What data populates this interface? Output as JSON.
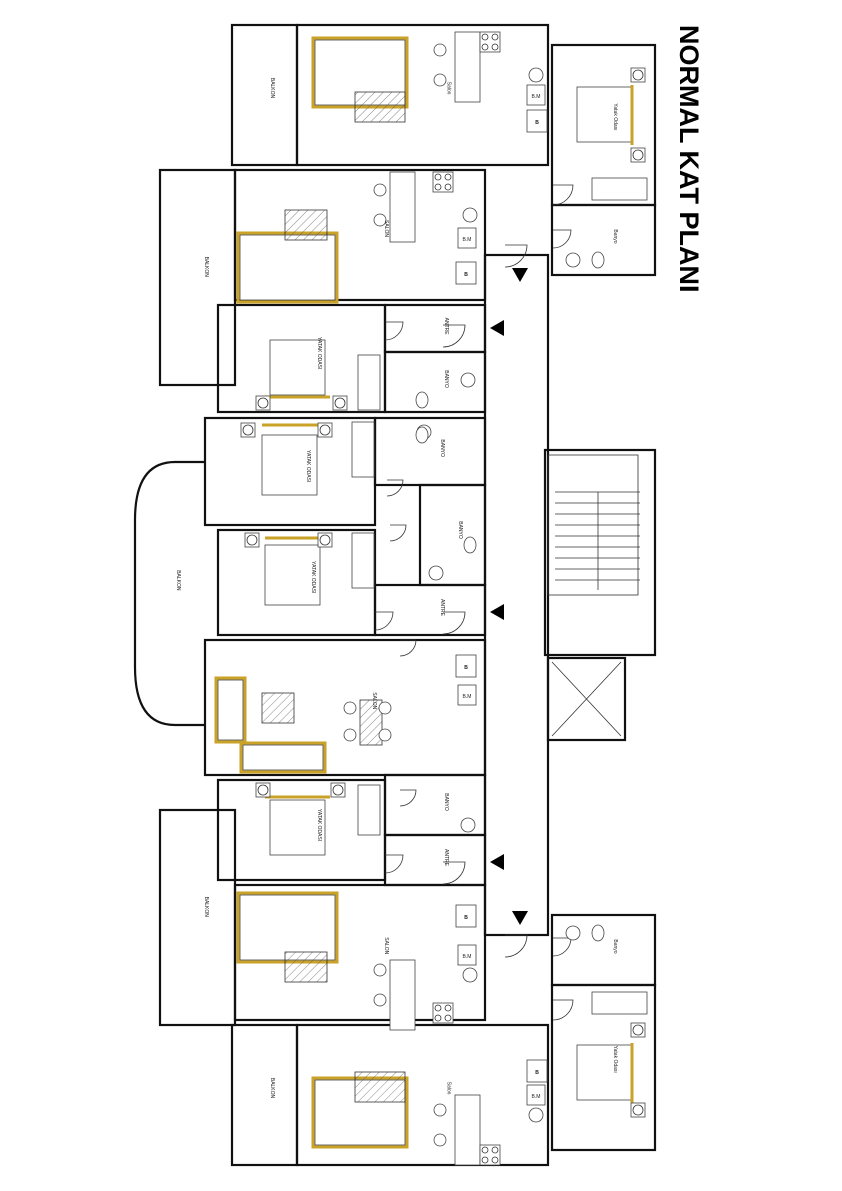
{
  "title": "NORMAL KAT PLANI",
  "colors": {
    "walls": "#111111",
    "furniture_accent": "#c9a227",
    "background": "#ffffff"
  },
  "rooms": [
    {
      "id": "balkon-1",
      "label": "BALKON"
    },
    {
      "id": "salon-1",
      "label": "Salon"
    },
    {
      "id": "yatak-1",
      "label": "Yatak Odası"
    },
    {
      "id": "banyo-1",
      "label": "Banyo"
    },
    {
      "id": "balkon-2",
      "label": "BALKON"
    },
    {
      "id": "salon-2",
      "label": "SALON"
    },
    {
      "id": "antre-2",
      "label": "ANTRE"
    },
    {
      "id": "yatak-2",
      "label": "YATAK ODASI"
    },
    {
      "id": "banyo-2",
      "label": "BANYO"
    },
    {
      "id": "yatak-3",
      "label": "YATAK ODASI"
    },
    {
      "id": "banyo-3",
      "label": "BANYO"
    },
    {
      "id": "yatak-4",
      "label": "YATAK ODASI"
    },
    {
      "id": "banyo-4",
      "label": "BANYO"
    },
    {
      "id": "antre-3",
      "label": "ANTRE"
    },
    {
      "id": "balkon-3",
      "label": "BALKON"
    },
    {
      "id": "salon-3",
      "label": "SALON"
    },
    {
      "id": "yatak-5",
      "label": "YATAK ODASI"
    },
    {
      "id": "banyo-5",
      "label": "BANYO"
    },
    {
      "id": "antre-5",
      "label": "ANTRE"
    },
    {
      "id": "balkon-6",
      "label": "BALKON"
    },
    {
      "id": "salon-6",
      "label": "SALON"
    },
    {
      "id": "banyo-7",
      "label": "Banyo"
    },
    {
      "id": "yatak-7",
      "label": "Yatak Odası"
    },
    {
      "id": "balkon-8",
      "label": "BALKON"
    },
    {
      "id": "salon-8",
      "label": "Salon"
    }
  ],
  "appliances": {
    "fridge": "B",
    "dishwasher": "B.M"
  }
}
